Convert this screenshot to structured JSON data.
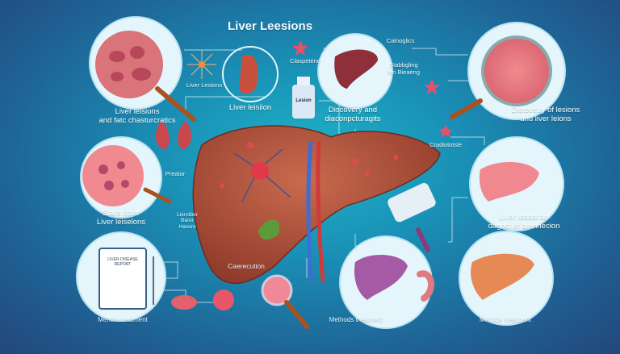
{
  "title": "Liver Leesions",
  "labels": {
    "top_left_caption": [
      "Liver leisions",
      "and fatc chasturcratics"
    ],
    "spark_label": "Liver Lesions",
    "liver_circle_caption": "Liver leisiion",
    "star_label": "Claspetend",
    "vial_label": "Lesion",
    "top_center_note": "Calnoglics",
    "top_right_note": [
      "Stabbgling",
      "fon Bieaeng"
    ],
    "top_center_caption": [
      "Discovery and",
      "diaconpcturagits"
    ],
    "top_right_caption": [
      "Distovstry of lesions",
      "and liver leions"
    ],
    "right_star_label": "Cradiototsle",
    "lung_label": "Preator",
    "left_mid_caption": [
      "Stare cofer",
      "Liver leiselons"
    ],
    "left_mid_note": [
      "Lierotbor",
      "Barer",
      "Havero"
    ],
    "right_mid_caption": [
      "Liver leasorian",
      "dagect of drennecion"
    ],
    "center_caption": "Caerecution",
    "bottom_left_caption": "Mehois treatment",
    "bottom_center_caption": "Methods treatment",
    "bottom_right_caption": "Methids treatment",
    "clipboard_text": [
      "LIVER DISEASE",
      "REPORT"
    ]
  },
  "colors": {
    "liver": "#b8523a",
    "circle": "#dff4fb",
    "lesion": "#e0394a",
    "accent_line": "#cfe9f3"
  }
}
